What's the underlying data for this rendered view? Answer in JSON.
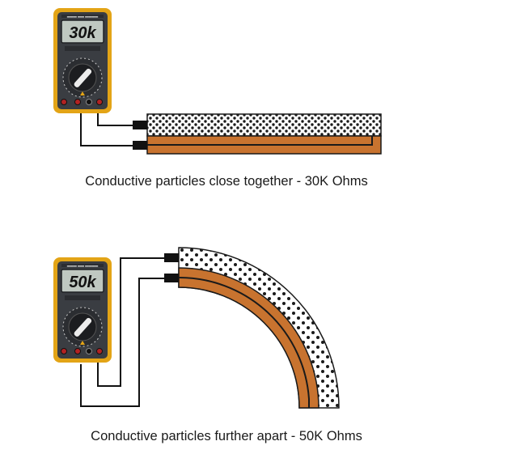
{
  "colors": {
    "meter_frame": "#e3a416",
    "meter_body": "#3a3d42",
    "lcd": "#bfc8c1",
    "wire": "#111111",
    "conductor": "#c8732f",
    "substrate_dots": "#f2f2f2"
  },
  "top_setup": {
    "display_value": "30k",
    "caption": "Conductive particles close together - 30K Ohms"
  },
  "bottom_setup": {
    "display_value": "50k",
    "caption": "Conductive particles further apart - 50K Ohms"
  }
}
